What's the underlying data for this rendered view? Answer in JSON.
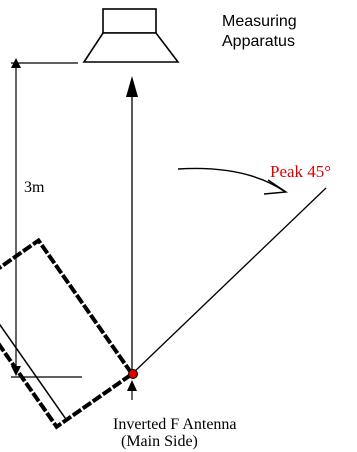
{
  "labels": {
    "apparatus_line1": "Measuring",
    "apparatus_line2": "Apparatus",
    "distance": "3m",
    "peak": "Peak 45°",
    "antenna_line1": "Inverted F Antenna",
    "antenna_line2": "(Main Side)"
  },
  "colors": {
    "line": "#000000",
    "peak": "#e00000",
    "feed_point": "#e00000"
  },
  "icons": {
    "apparatus": "speaker-horn-icon",
    "feed_point": "red-dot-icon"
  }
}
